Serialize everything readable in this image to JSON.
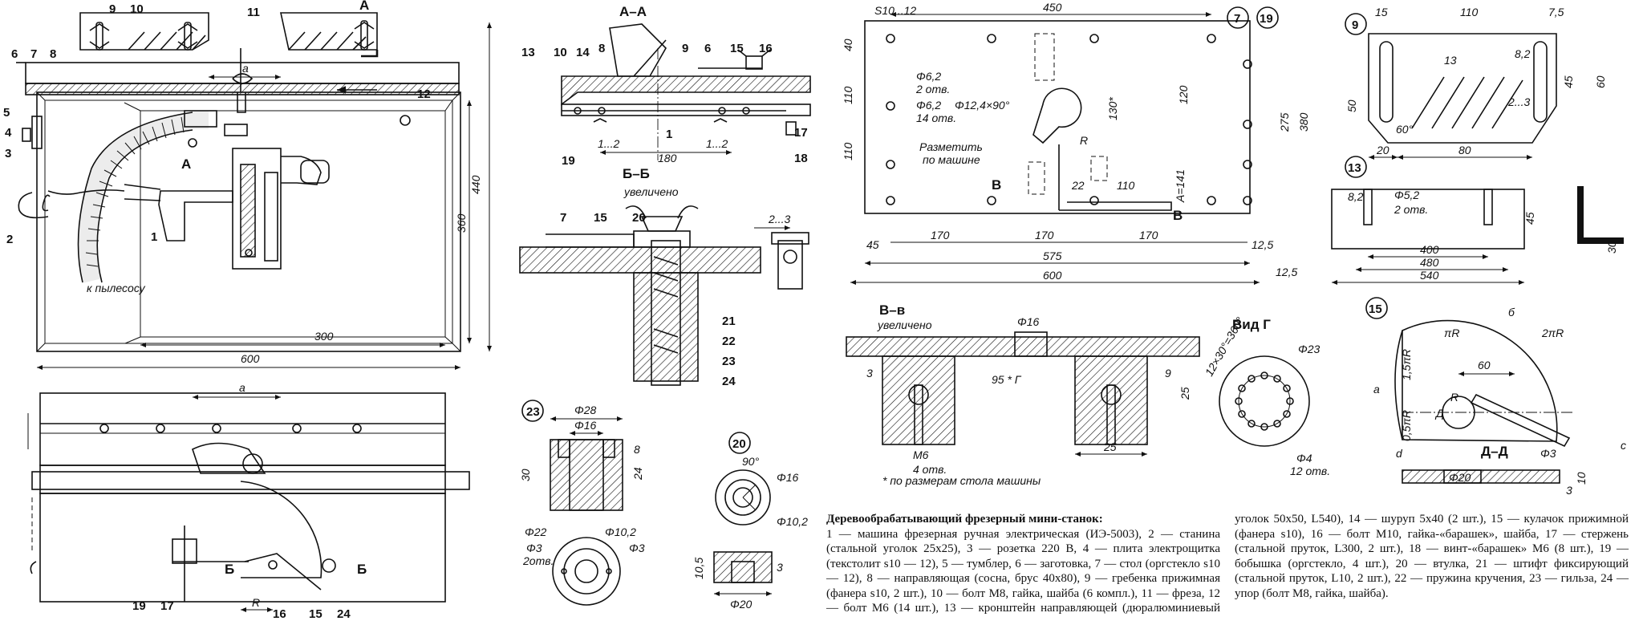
{
  "title": "Деревообрабатывающий фрезерный мини-станок:",
  "legend_text": "1 — машина фрезерная ручная электрическая (ИЭ-5003), 2 — станина (стальной уголок 25x25), 3 — розетка 220 В, 4 — плита электрощитка (текстолит s10 — 12), 5 — тумблер, 6 — заготовка, 7 — стол (оргстекло s10 — 12), 8 — направляющая (сосна, брус 40x80), 9 — гребенка прижимная (фанера s10, 2 шт.), 10 — болт М8, гайка, шайба (6 компл.), 11 — фреза, 12 — болт М6 (14 шт.), 13 — кронштейн направляющей (дюралюминиевый уголок 50x50, L540), 14 — шуруп 5x40 (2 шт.), 15 — кулачок прижимной (фанера s10), 16 — болт М10, гайка-«барашек», шайба, 17 — стержень (стальной пруток, L300, 2 шт.), 18 — винт-«барашек» М6 (8 шт.), 19 — бобышка (оргстекло, 4 шт.), 20 — втулка, 21 — штифт фиксирующий (стальной пруток, L10, 2 шт.), 22 — пружина кручения, 23 — гильза, 24 — упор (болт М8, гайка, шайба).",
  "sections": {
    "aa": "А–А",
    "bb": "Б–Б",
    "bb_note": "увеличено",
    "vv": "В–в",
    "vv_note": "увеличено",
    "vid_g": "Вид Г",
    "dd": "Д–Д"
  },
  "notes": {
    "to_vacuum": "к пылесосу",
    "mark_by_machine_1": "Разметить",
    "mark_by_machine_2": "по машине",
    "by_table_size": "* по размерам стола машины",
    "holes_2": "2 отв.",
    "holes_14": "14 отв.",
    "holes_4": "4 отв.",
    "holes_12": "12 отв.",
    "holes_2b": "2отв."
  },
  "part_numbers": [
    "1",
    "2",
    "3",
    "4",
    "5",
    "6",
    "7",
    "8",
    "9",
    "10",
    "11",
    "12",
    "13",
    "14",
    "15",
    "16",
    "17",
    "18",
    "19",
    "20",
    "21",
    "22",
    "23",
    "24"
  ],
  "circled_labels": {
    "p7": "7",
    "p19": "19",
    "p9": "9",
    "p13": "13",
    "p15": "15",
    "p23": "23",
    "p20": "20"
  },
  "dims": {
    "main_600": "600",
    "main_300": "300",
    "main_440": "440",
    "main_360": "360",
    "main_a": "a",
    "main_a2": "a",
    "main_R": "R",
    "aa_180": "180",
    "aa_1_2a": "1...2",
    "aa_1_2b": "1...2",
    "bb_2_3": "2...3",
    "d23_28": "Φ28",
    "d23_16": "Φ16",
    "d23_8": "8",
    "d23_30": "30",
    "d23_24": "24",
    "d23_22": "Φ22",
    "d23_102": "Φ10,2",
    "d23_3a": "Φ3",
    "d23_3b": "Φ3",
    "d20_90": "90°",
    "d20_16": "Φ16",
    "d20_102": "Φ10,2",
    "d20_105": "10,5",
    "d20_3": "3",
    "d20_20": "Φ20",
    "p7_s": "S10...12",
    "p7_450": "450",
    "p7_40": "40",
    "p7_110a": "110",
    "p7_110b": "110",
    "p7_62a": "Φ6,2",
    "p7_62b": "Φ6,2",
    "p7_124": "Φ12,4×90°",
    "p7_120": "120",
    "p7_130": "130*",
    "p7_275": "275",
    "p7_380": "380",
    "p7_R": "R",
    "p7_22": "22",
    "p7_110c": "110",
    "p7_A141": "A=141",
    "p7_45": "45",
    "p7_170a": "170",
    "p7_170b": "170",
    "p7_170c": "170",
    "p7_125": "12,5",
    "p7_575": "575",
    "p7_600": "600",
    "p7_125b": "12,5",
    "p7_B1": "В",
    "p7_B2": "В",
    "vv_16": "Φ16",
    "vv_3": "3",
    "vv_95": "95 * Г",
    "vv_9": "9",
    "vv_25a": "25",
    "vv_25b": "25",
    "vv_m6": "М6",
    "vg_angle": "12×30°=360°",
    "vg_23": "Φ23",
    "vg_4": "Φ4",
    "p9_15": "15",
    "p9_110": "110",
    "p9_75": "7,5",
    "p9_13": "13",
    "p9_82": "8,2",
    "p9_45": "45",
    "p9_60": "60",
    "p9_50": "50",
    "p9_60deg": "60°",
    "p9_2_3": "2...3",
    "p9_20": "20",
    "p9_80": "80",
    "p13_82": "8,2",
    "p13_52": "Φ5,2",
    "p13_45": "45",
    "p13_400": "400",
    "p13_480": "480",
    "p13_540": "540",
    "p13_30": "30",
    "p15_b": "б",
    "p15_piR": "πR",
    "p15_2piR": "2πR",
    "p15_60": "60",
    "p15_a": "a",
    "p15_15R": "1,5πR",
    "p15_05R": "0,5πR",
    "p15_R": "R",
    "p15_D": "Д",
    "p15_c": "c",
    "p15_d": "d",
    "p15_3": "Φ3",
    "p15_20": "Φ20",
    "p15_10": "10",
    "p15_3b": "3",
    "p15_DD": "Д–Д"
  }
}
